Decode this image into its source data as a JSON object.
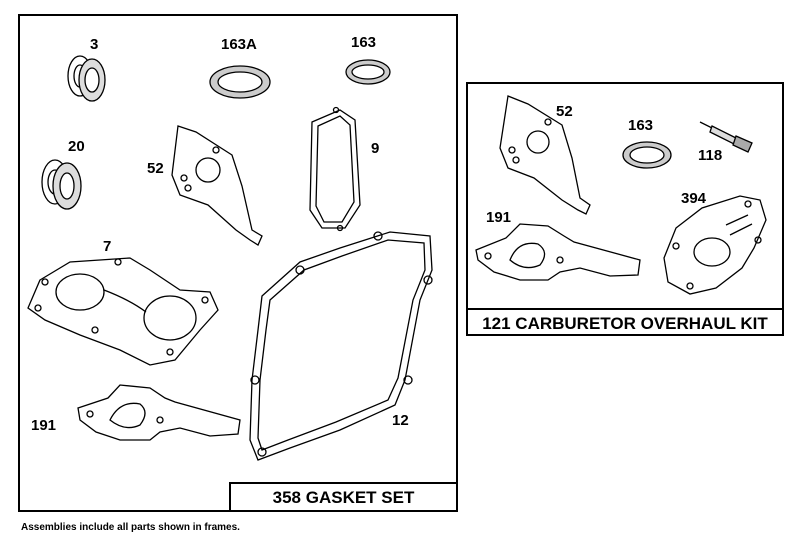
{
  "kits": {
    "gasket_set": "358 GASKET SET",
    "carburetor_kit": "121 CARBURETOR OVERHAUL KIT"
  },
  "parts": {
    "seal_3": "3",
    "gasket_163a": "163A",
    "gasket_163": "163",
    "seal_20": "20",
    "gasket_52": "52",
    "gasket_9": "9",
    "head_gasket_7": "7",
    "sump_gasket_12": "12",
    "gasket_191": "191",
    "carb_gasket_52": "52",
    "carb_gasket_163": "163",
    "carb_needle_118": "118",
    "carb_gasket_191": "191",
    "carb_gasket_394": "394"
  },
  "footnote": "Assemblies include all parts shown in frames."
}
